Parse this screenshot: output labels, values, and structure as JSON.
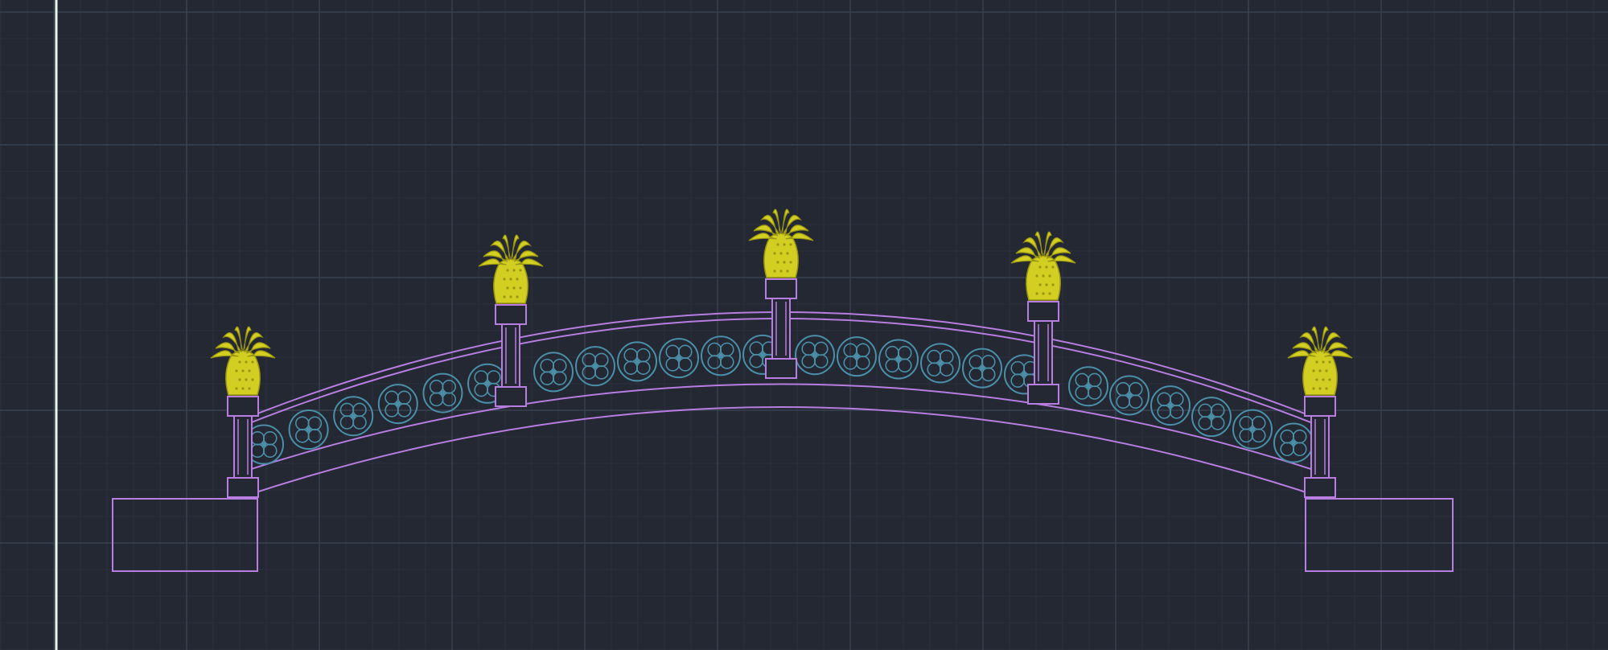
{
  "viewport": {
    "background": "#232833",
    "minor_grid_color": "#2b313d",
    "major_grid_color": "#394150",
    "axis_line_color": "#e8f7e8"
  },
  "drawing": {
    "bridge": {
      "line_color": "#b77de0",
      "line_color_dim": "#9c68c6",
      "ornament_color": "#4a8fa7",
      "finial_color": "#d2cf22",
      "finial_color_dark": "#9a9512",
      "piers": [
        "left-abutment",
        "right-abutment"
      ],
      "posts": [
        "post-1",
        "post-2",
        "post-3",
        "post-4",
        "post-5"
      ],
      "finials": [
        "finial-1",
        "finial-2",
        "finial-3",
        "finial-4",
        "finial-5"
      ],
      "balustrade_panels": [
        "panel-1",
        "panel-2",
        "panel-3",
        "panel-4"
      ],
      "rosettes_per_panel": 6
    }
  }
}
